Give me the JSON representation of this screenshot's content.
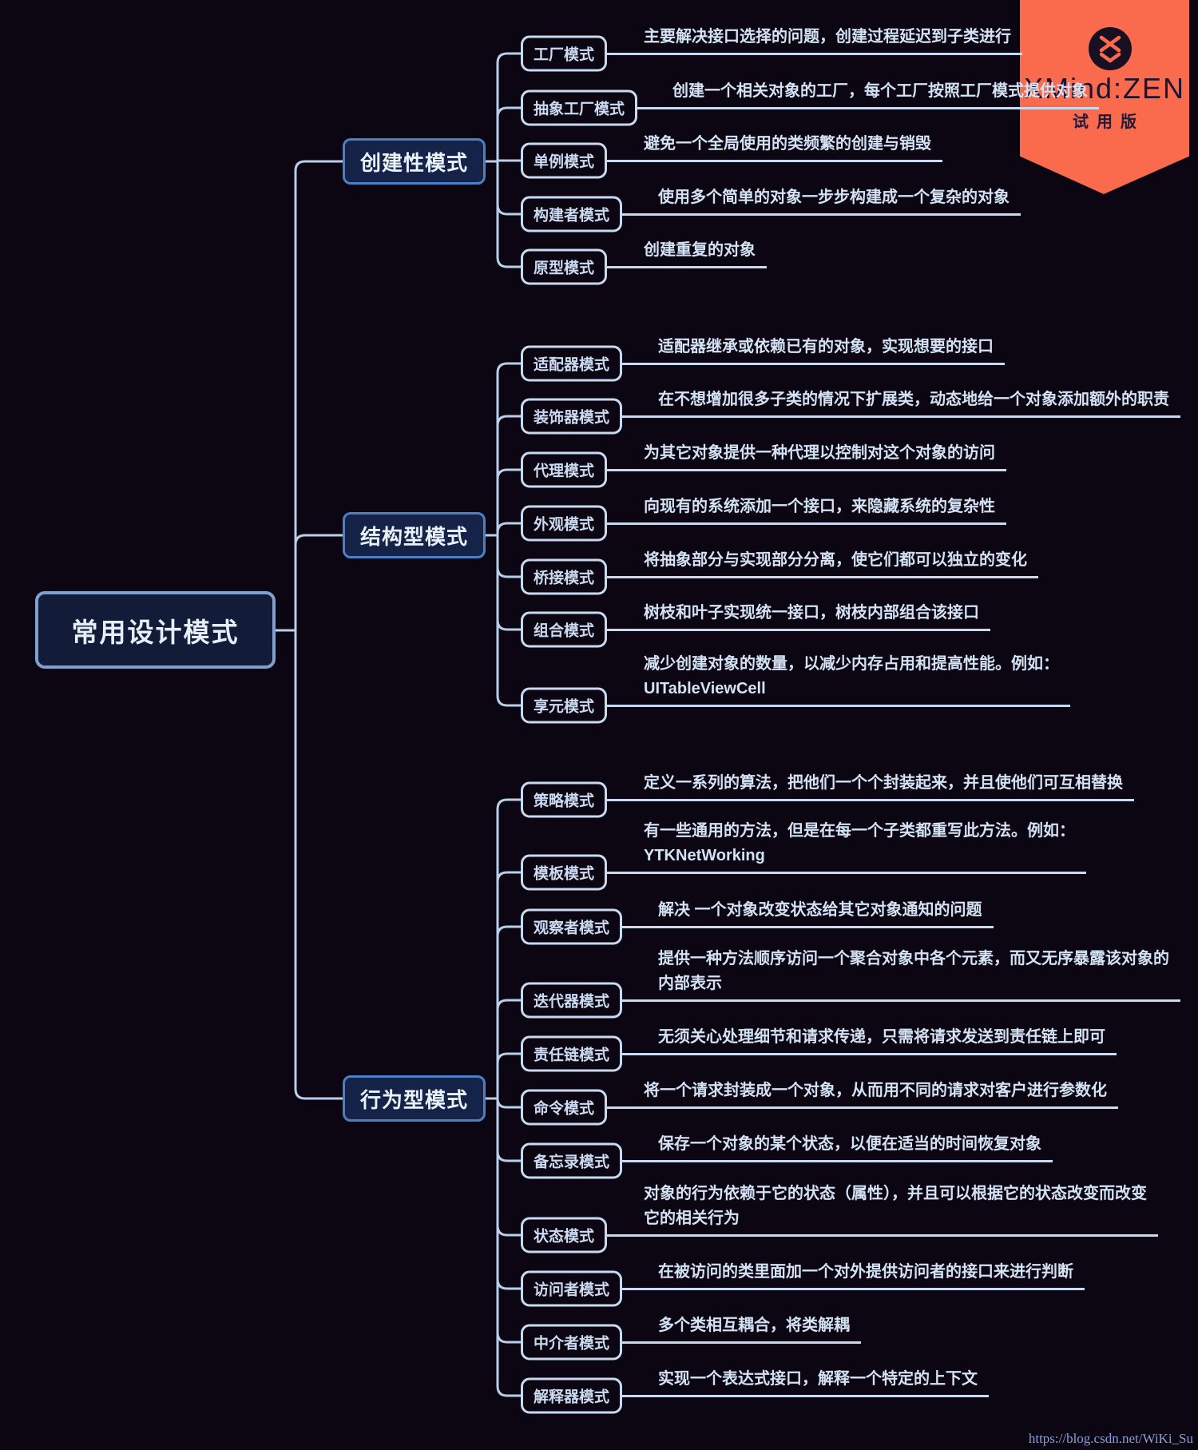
{
  "app": {
    "brand": "XMind:ZEN",
    "badge": "试用版",
    "watermark": "https://blog.csdn.net/WiKi_Su"
  },
  "colors": {
    "background": "#0c0613",
    "banner": "#fa6a4d",
    "line": "#b9cfe9",
    "underline": "#c9daf0",
    "root_border": "#7fa0cd",
    "branch_border": "#4b80c4",
    "child_border": "#c9daf0",
    "text": "#d3e2f4"
  },
  "mindmap": {
    "root": {
      "label": "常用设计模式"
    },
    "branches": [
      {
        "label": "创建性模式",
        "children": [
          {
            "label": "工厂模式",
            "desc": "主要解决接口选择的问题，创建过程延迟到子类进行"
          },
          {
            "label": "抽象工厂模式",
            "desc": "创建一个相关对象的工厂，每个工厂按照工厂模式提供对象"
          },
          {
            "label": "单例模式",
            "desc": "避免一个全局使用的类频繁的创建与销毁"
          },
          {
            "label": "构建者模式",
            "desc": "使用多个简单的对象一步步构建成一个复杂的对象"
          },
          {
            "label": "原型模式",
            "desc": "创建重复的对象"
          }
        ]
      },
      {
        "label": "结构型模式",
        "children": [
          {
            "label": "适配器模式",
            "desc": "适配器继承或依赖已有的对象，实现想要的接口"
          },
          {
            "label": "装饰器模式",
            "desc": "在不想增加很多子类的情况下扩展类，动态地给一个对象添加额外的职责"
          },
          {
            "label": "代理模式",
            "desc": "为其它对象提供一种代理以控制对这个对象的访问"
          },
          {
            "label": "外观模式",
            "desc": "向现有的系统添加一个接口，来隐藏系统的复杂性"
          },
          {
            "label": "桥接模式",
            "desc": "将抽象部分与实现部分分离，使它们都可以独立的变化"
          },
          {
            "label": "组合模式",
            "desc": "树枝和叶子实现统一接口，树枝内部组合该接口"
          },
          {
            "label": "享元模式",
            "desc": "减少创建对象的数量，以减少内存占用和提高性能。例如：\nUITableViewCell"
          }
        ]
      },
      {
        "label": "行为型模式",
        "children": [
          {
            "label": "策略模式",
            "desc": "定义一系列的算法，把他们一个个封装起来，并且使他们可互相替换"
          },
          {
            "label": "模板模式",
            "desc": "有一些通用的方法，但是在每一个子类都重写此方法。例如：\nYTKNetWorking"
          },
          {
            "label": "观察者模式",
            "desc": "解决 一个对象改变状态给其它对象通知的问题"
          },
          {
            "label": "迭代器模式",
            "desc": "提供一种方法顺序访问一个聚合对象中各个元素，而又无序暴露该对象的\n内部表示"
          },
          {
            "label": "责任链模式",
            "desc": "无须关心处理细节和请求传递，只需将请求发送到责任链上即可"
          },
          {
            "label": "命令模式",
            "desc": "将一个请求封装成一个对象，从而用不同的请求对客户进行参数化"
          },
          {
            "label": "备忘录模式",
            "desc": "保存一个对象的某个状态，以便在适当的时间恢复对象"
          },
          {
            "label": "状态模式",
            "desc": "对象的行为依赖于它的状态（属性），并且可以根据它的状态改变而改变\n它的相关行为"
          },
          {
            "label": "访问者模式",
            "desc": "在被访问的类里面加一个对外提供访问者的接口来进行判断"
          },
          {
            "label": "中介者模式",
            "desc": "多个类相互耦合，将类解耦"
          },
          {
            "label": "解释器模式",
            "desc": "实现一个表达式接口，解释一个特定的上下文"
          }
        ]
      }
    ]
  }
}
